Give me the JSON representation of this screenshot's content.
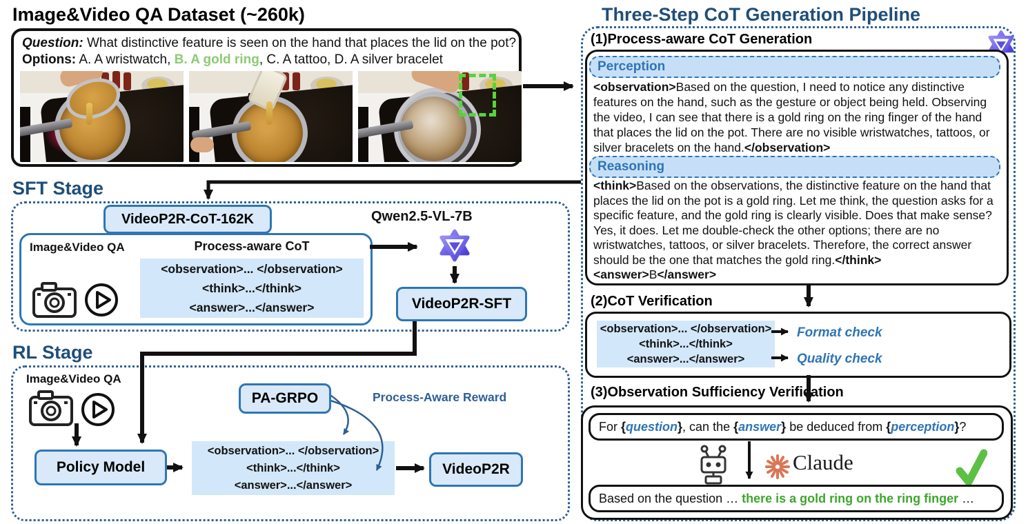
{
  "colors": {
    "accent_blue": "#2E75B6",
    "heading_blue": "#1F4E79",
    "light_blue_fill": "#D9E9F9",
    "tag_fill": "#D2E7F9",
    "option_green": "#8CCB72",
    "result_green": "#3FA52E",
    "claude_orange": "#D97757",
    "qwen_purple": "#5A4FE0",
    "roi_green": "#58D33C"
  },
  "tags": [
    "<observation>... </observation>",
    "<think>...</think>",
    "<answer>...</answer>"
  ],
  "dataset": {
    "title": "Image&Video QA Dataset (~260k)",
    "question_segments": [
      {
        "t": "Question:",
        "c": "b i"
      },
      {
        "t": " What distinctive feature is seen on the hand that places the lid on the pot?",
        "c": ""
      }
    ],
    "options_segments": [
      {
        "t": "Options:",
        "c": "b"
      },
      {
        "t": " A. A wristwatch, ",
        "c": ""
      },
      {
        "t": "B. A gold ring",
        "c": "b green-lt"
      },
      {
        "t": ", C. A tattoo, D. A silver bracelet",
        "c": ""
      }
    ]
  },
  "sft": {
    "title": "SFT Stage",
    "dataset_pill": "VideoP2R-CoT-162K",
    "model_label": "Qwen2.5-VL-7B",
    "qa_label": "Image&Video QA",
    "cot_label": "Process-aware CoT",
    "output_pill": "VideoP2R-SFT"
  },
  "rl": {
    "title": "RL Stage",
    "qa_label": "Image&Video QA",
    "policy_pill": "Policy Model",
    "grpo_pill": "PA-GRPO",
    "reward_label": "Process-Aware Reward",
    "output_pill": "VideoP2R"
  },
  "pipeline": {
    "title": "Three-Step CoT Generation Pipeline",
    "step1": {
      "label": "(1)Process-aware CoT Generation",
      "perception_label": "Perception",
      "perception_segments": [
        {
          "t": "<observation>",
          "c": "b"
        },
        {
          "t": "Based on the question, I need to notice any distinctive features on the hand, such as the gesture or object being held. Observing the video, I can see that there is a gold ring on the ring finger of the hand that places the lid on the pot. There are no visible wristwatches, tattoos, or silver bracelets on the hand.",
          "c": ""
        },
        {
          "t": "</observation>",
          "c": "b"
        }
      ],
      "reasoning_label": "Reasoning",
      "reasoning_segments": [
        {
          "t": "<think>",
          "c": "b"
        },
        {
          "t": "Based on the observations, the distinctive feature on the hand that places the lid on the pot is a gold ring. Let me think, the question asks for a specific feature, and the gold ring is clearly visible. Does that make sense? Yes, it does. Let me double-check the other options; there are no wristwatches, tattoos, or silver bracelets. Therefore, the correct answer should be the one that matches the gold ring.",
          "c": ""
        },
        {
          "t": "</think>",
          "c": "b"
        },
        {
          "t": " ",
          "c": ""
        },
        {
          "t": "<answer>",
          "c": "b"
        },
        {
          "t": "B",
          "c": ""
        },
        {
          "t": "</answer>",
          "c": "b"
        }
      ]
    },
    "step2": {
      "label": "(2)CoT Verification",
      "format_check": "Format check",
      "quality_check": "Quality check"
    },
    "step3": {
      "label": "(3)Observation Sufficiency Verification",
      "question_segments": [
        {
          "t": "For ",
          "c": ""
        },
        {
          "t": "{",
          "c": "b"
        },
        {
          "t": "question",
          "c": "b i blue"
        },
        {
          "t": "}",
          "c": "b"
        },
        {
          "t": ", can the ",
          "c": ""
        },
        {
          "t": "{",
          "c": "b"
        },
        {
          "t": "answer",
          "c": "b i blue"
        },
        {
          "t": "}",
          "c": "b"
        },
        {
          "t": " be deduced from ",
          "c": ""
        },
        {
          "t": "{",
          "c": "b"
        },
        {
          "t": "perception",
          "c": "b i blue"
        },
        {
          "t": "}",
          "c": "b"
        },
        {
          "t": "?",
          "c": ""
        }
      ],
      "claude_label": "Claude",
      "result_segments": [
        {
          "t": "Based on the question … ",
          "c": ""
        },
        {
          "t": "there is a gold ring on the ring finger",
          "c": "b green"
        },
        {
          "t": " …",
          "c": ""
        }
      ]
    }
  }
}
